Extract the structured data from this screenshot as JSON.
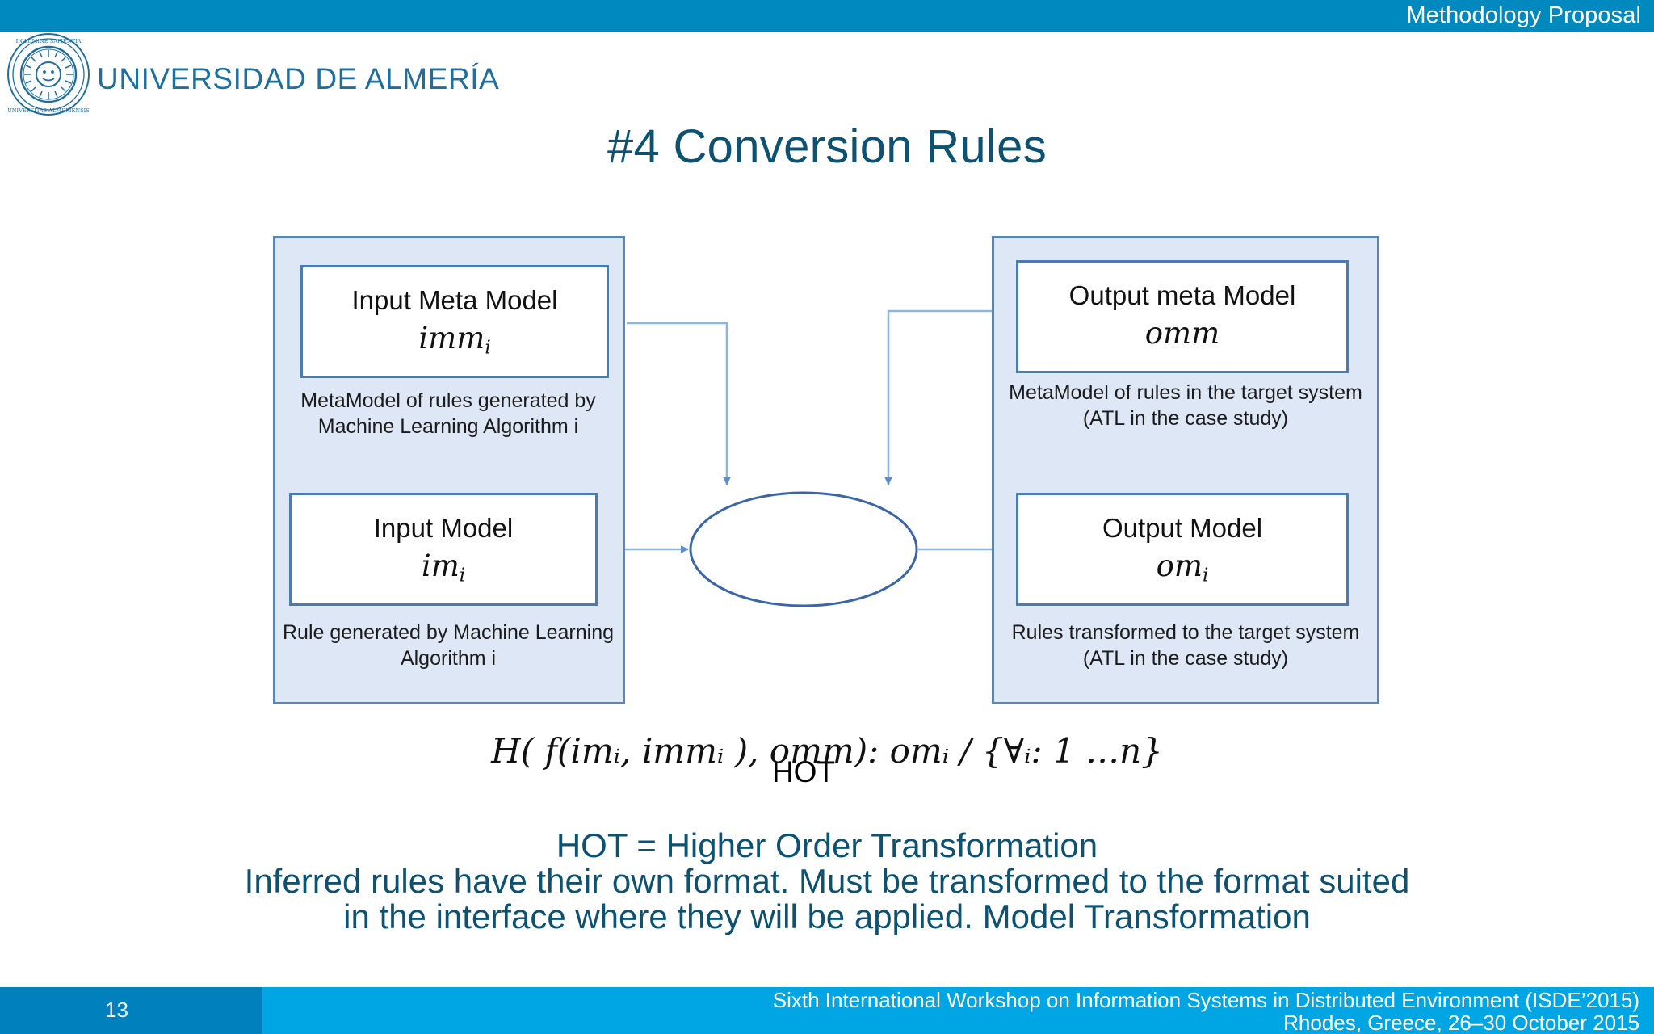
{
  "header": {
    "section_title": "Methodology Proposal"
  },
  "brand": {
    "seal_name": "university-seal",
    "seal_motto_outer": "IN LUMINE SAPIENTIA",
    "seal_motto_inner": "UNIVERSITAS ALMERIENSIS",
    "organization": "UNIVERSIDAD DE ALMERÍA"
  },
  "slide": {
    "title": "#4 Conversion Rules"
  },
  "diagram": {
    "hot_node_label": "HOT",
    "left_panel": {
      "meta_model": {
        "title": "Input Meta Model",
        "symbol": "imm",
        "symbol_sub": "i",
        "caption": "MetaModel of rules generated by Machine Learning Algorithm i"
      },
      "model": {
        "title": "Input Model",
        "symbol": "im",
        "symbol_sub": "i",
        "caption": "Rule generated by Machine Learning Algorithm i"
      }
    },
    "right_panel": {
      "meta_model": {
        "title": "Output meta Model",
        "symbol": "omm",
        "symbol_sub": "",
        "caption": "MetaModel of rules in the target system (ATL in the case study)"
      },
      "model": {
        "title": "Output Model",
        "symbol": "om",
        "symbol_sub": "i",
        "caption": "Rules transformed to the target system (ATL in the case study)"
      }
    }
  },
  "formula": {
    "expression": "H( f(imᵢ, immᵢ ), omm):  omᵢ / {∀ᵢ: 1 …n}"
  },
  "body": {
    "line1": "HOT = Higher Order Transformation",
    "line2": "Inferred rules have their own format. Must be transformed to the format suited",
    "line3": "in the interface where they will be applied. Model Transformation"
  },
  "footer": {
    "page_number": "13",
    "conference": "Sixth International Workshop on Information Systems in Distributed Environment (ISDE’2015)",
    "location_date": "Rhodes, Greece, 26–30 October 2015"
  },
  "colors": {
    "accent_top_bar": "#0089bf",
    "footer_left": "#0080bc",
    "footer_right": "#00a5e3",
    "title_text": "#0e5272",
    "brand_text": "#1f6f9e",
    "panel_fill": "#dde7f6",
    "panel_border": "#5b86b4",
    "arrow": "#8fb4d9",
    "ellipse_border": "#3a66a8"
  }
}
